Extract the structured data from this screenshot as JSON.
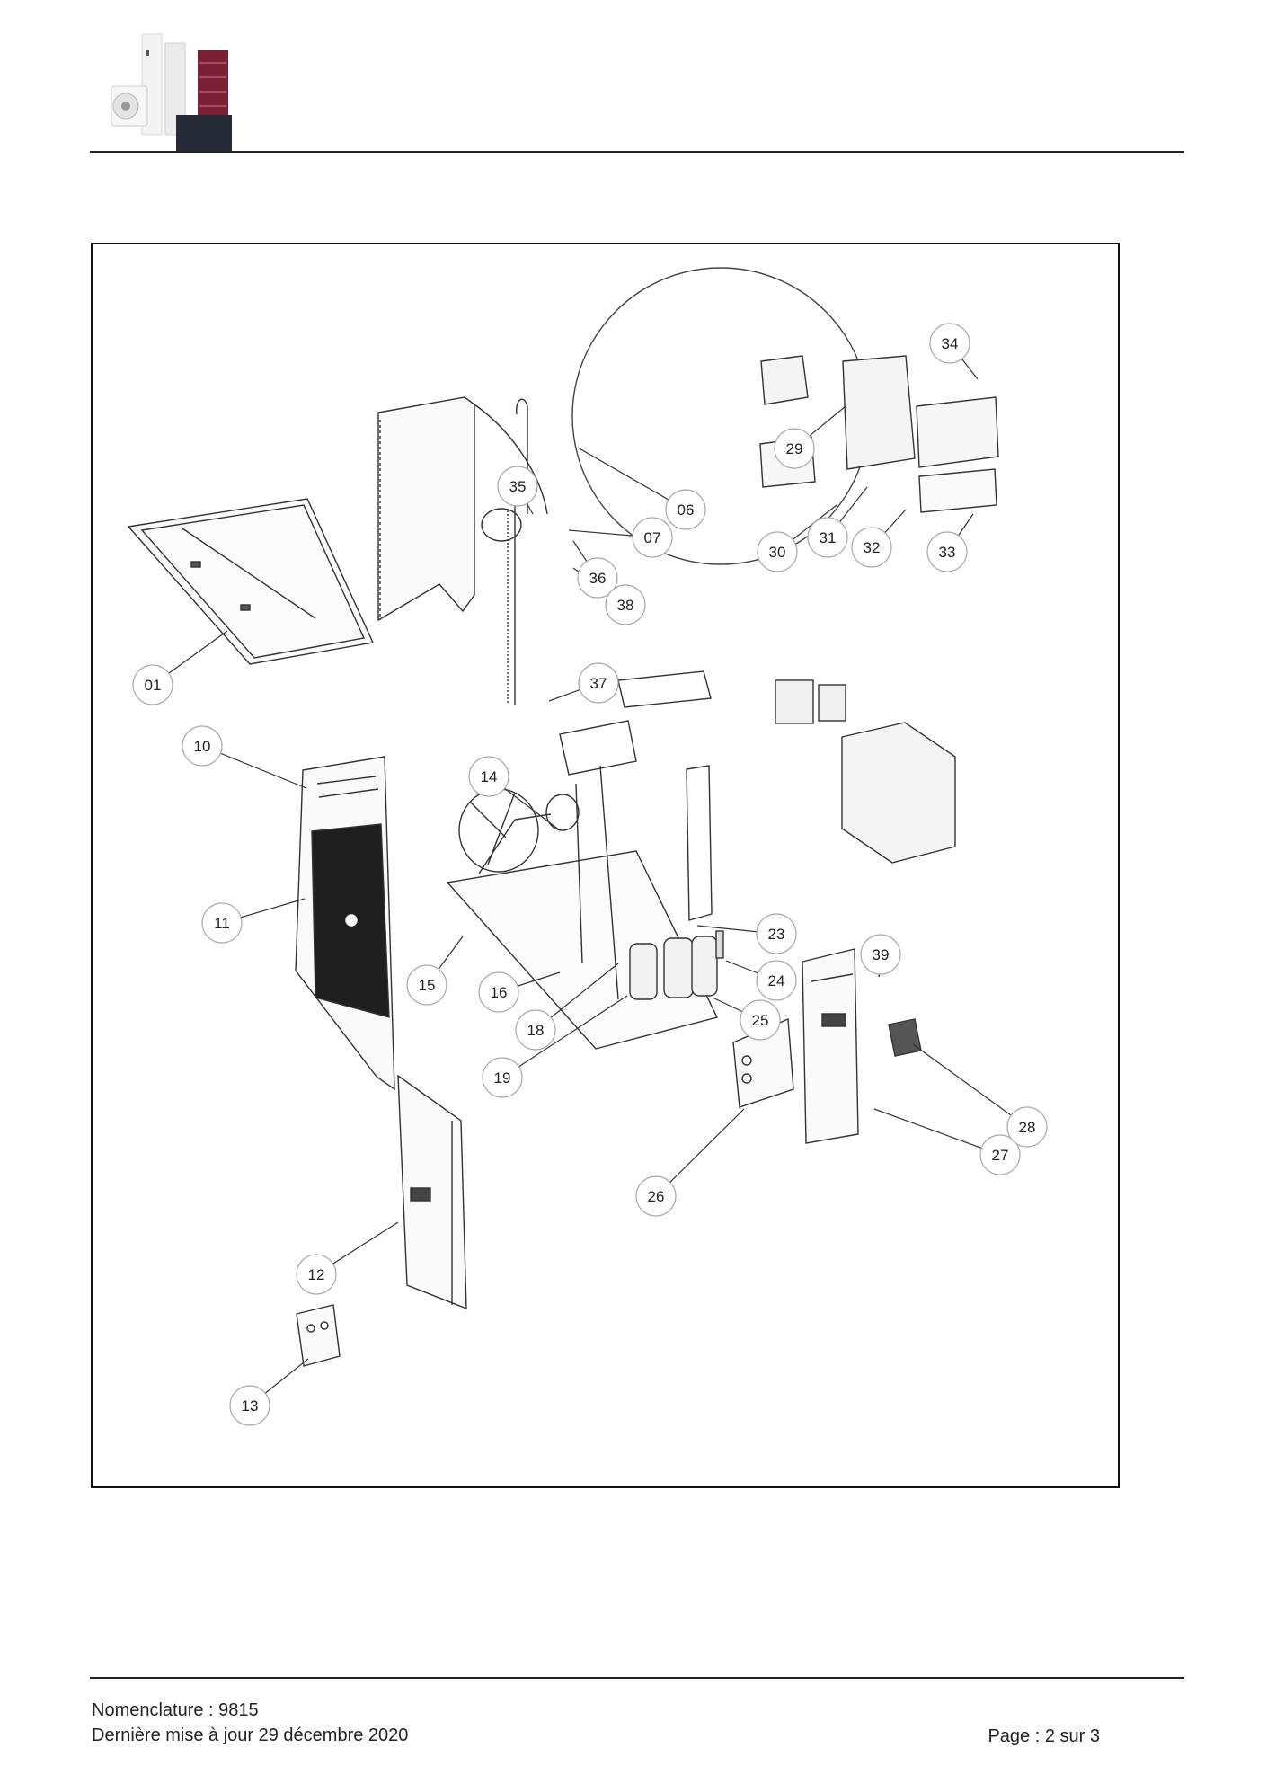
{
  "header": {
    "logo_icon": "product-range-logo"
  },
  "diagram": {
    "inset_circle": true,
    "callouts": [
      "01",
      "06",
      "07",
      "10",
      "11",
      "12",
      "13",
      "14",
      "15",
      "16",
      "18",
      "19",
      "23",
      "24",
      "25",
      "26",
      "27",
      "28",
      "29",
      "30",
      "31",
      "32",
      "33",
      "34",
      "35",
      "36",
      "37",
      "38",
      "39"
    ]
  },
  "footer": {
    "nomenclature": "Nomenclature : 9815",
    "updated": "Dernière mise à jour 29 décembre 2020",
    "page": "Page : 2 sur 3"
  }
}
